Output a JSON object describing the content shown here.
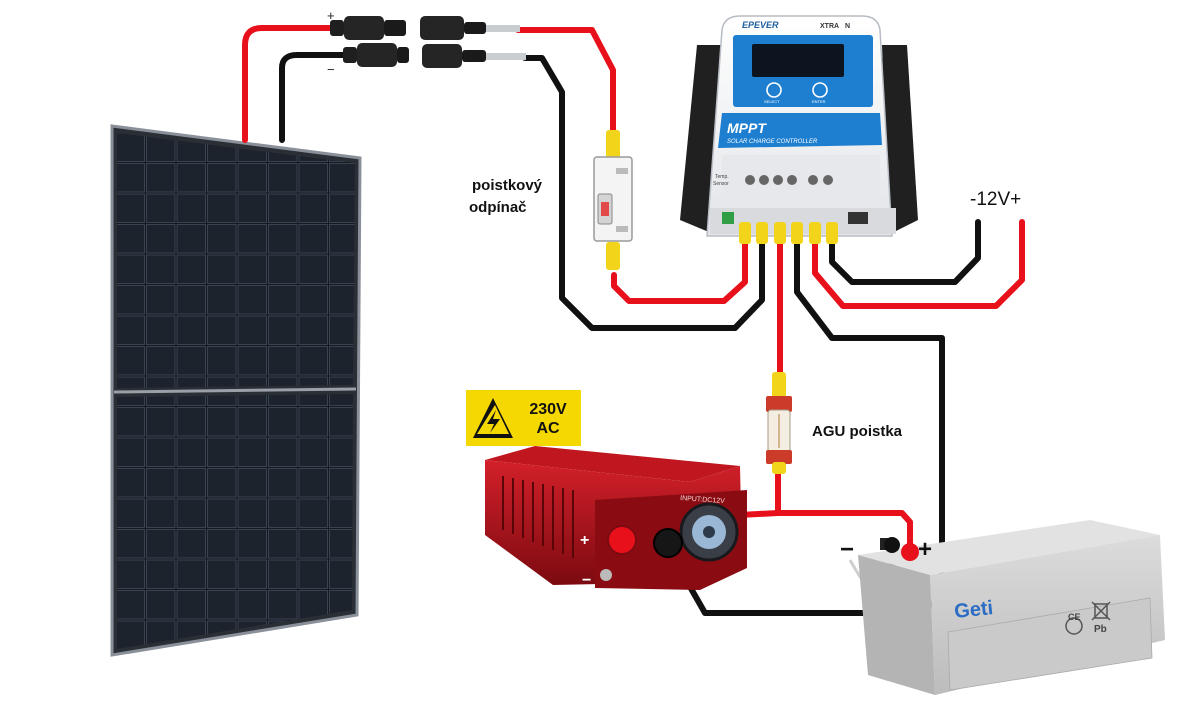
{
  "labels": {
    "plus_connector": "+",
    "minus_connector": "−",
    "breaker_line1": "poistkový",
    "breaker_line2": "odpínač",
    "load_terminals": "-12V+",
    "fuse": "AGU poistka",
    "warning_line1": "230V",
    "warning_line2": "AC",
    "battery_minus": "−",
    "battery_plus": "+",
    "inverter_plus": "+",
    "inverter_minus": "−"
  },
  "controller": {
    "brand": "EPEVER",
    "model": "XTRA",
    "badge": "N",
    "title": "MPPT",
    "subtitle": "SOLAR CHARGE CONTROLLER",
    "button_select": "SELECT",
    "button_enter": "ENTER",
    "temp_label_1": "Temp.",
    "temp_label_2": "Sensor"
  },
  "inverter": {
    "input_label": "INPUT:DC12V"
  },
  "battery": {
    "brand": "Geti",
    "mark_ce": "CE",
    "mark_pb": "Pb"
  },
  "colors": {
    "wire_positive": "#e8101a",
    "wire_negative": "#111111",
    "warning_bg": "#f5d800",
    "controller_blue": "#1e7fd0",
    "inverter_red": "#b3121c",
    "battery_gray": "#cfcfcf"
  }
}
